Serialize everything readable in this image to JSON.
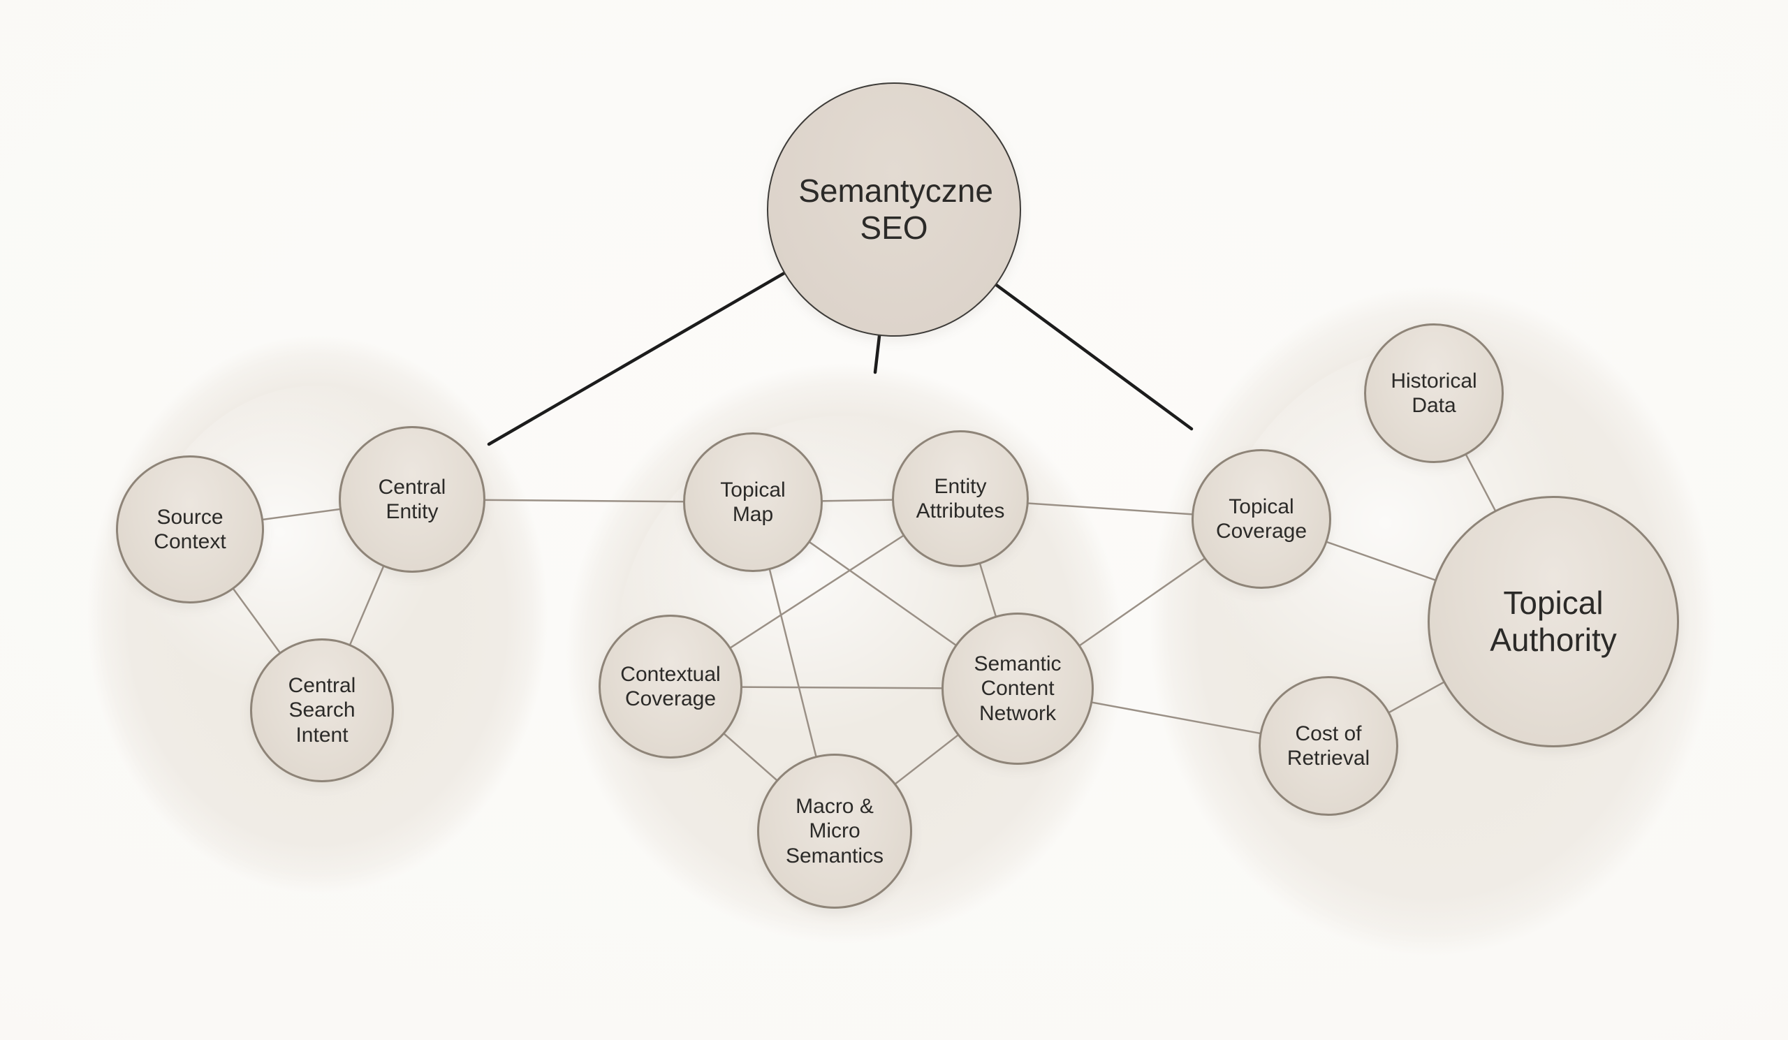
{
  "diagram": {
    "central_node_id": "seo",
    "nodes": {
      "seo": {
        "label": "Semantyczne SEO"
      },
      "source_context": {
        "label": "Source Context"
      },
      "central_entity": {
        "label": "Central Entity"
      },
      "central_search_intent": {
        "label": "Central Search Intent"
      },
      "topical_map": {
        "label": "Topical Map"
      },
      "entity_attributes": {
        "label": "Entity Attributes"
      },
      "contextual_coverage": {
        "label": "Contextual Coverage"
      },
      "semantic_content_network": {
        "label": "Semantic Content Network"
      },
      "macro_micro_semantics": {
        "label": "Macro & Micro Semantics"
      },
      "topical_coverage": {
        "label": "Topical Coverage"
      },
      "historical_data": {
        "label": "Historical Data"
      },
      "topical_authority": {
        "label": "Topical Authority"
      },
      "cost_of_retrieval": {
        "label": "Cost of Retrieval"
      }
    },
    "clusters": [
      {
        "id": "left",
        "nodes": [
          "source_context",
          "central_entity",
          "central_search_intent"
        ]
      },
      {
        "id": "middle",
        "nodes": [
          "topical_map",
          "entity_attributes",
          "contextual_coverage",
          "semantic_content_network",
          "macro_micro_semantics"
        ]
      },
      {
        "id": "right",
        "nodes": [
          "topical_coverage",
          "historical_data",
          "topical_authority",
          "cost_of_retrieval"
        ]
      }
    ],
    "edges_thin": [
      [
        "source_context",
        "central_entity"
      ],
      [
        "source_context",
        "central_search_intent"
      ],
      [
        "central_entity",
        "central_search_intent"
      ],
      [
        "central_entity",
        "topical_map"
      ],
      [
        "topical_map",
        "entity_attributes"
      ],
      [
        "topical_map",
        "semantic_content_network"
      ],
      [
        "topical_map",
        "macro_micro_semantics"
      ],
      [
        "entity_attributes",
        "contextual_coverage"
      ],
      [
        "entity_attributes",
        "semantic_content_network"
      ],
      [
        "entity_attributes",
        "topical_coverage"
      ],
      [
        "contextual_coverage",
        "semantic_content_network"
      ],
      [
        "contextual_coverage",
        "macro_micro_semantics"
      ],
      [
        "macro_micro_semantics",
        "semantic_content_network"
      ],
      [
        "semantic_content_network",
        "topical_coverage"
      ],
      [
        "semantic_content_network",
        "cost_of_retrieval"
      ],
      [
        "topical_coverage",
        "topical_authority"
      ],
      [
        "historical_data",
        "topical_authority"
      ],
      [
        "cost_of_retrieval",
        "topical_authority"
      ]
    ],
    "edges_bold": [
      [
        "seo",
        "cluster_left"
      ],
      [
        "seo",
        "cluster_middle"
      ],
      [
        "seo",
        "cluster_right"
      ]
    ],
    "colors": {
      "background": "#faf9f6",
      "cluster_fill": "#efebe4",
      "node_fill": "#e4ddd4",
      "node_border": "#8e8478",
      "hub_border": "#3e3c39",
      "edge_thin": "#9a9086",
      "edge_bold": "#1c1c1c",
      "text": "#2b2a28"
    }
  }
}
